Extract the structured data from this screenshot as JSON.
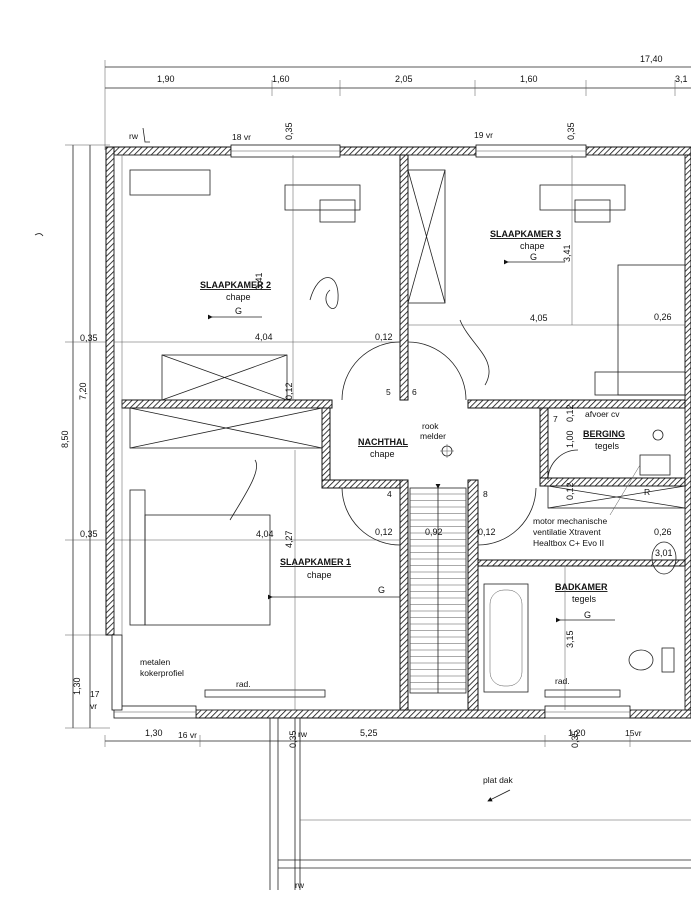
{
  "dimensions_top": {
    "overall": "17,40",
    "overall_cut": "3,1",
    "segments": [
      "1,90",
      "1,60",
      "2,05",
      "1,60"
    ]
  },
  "dimensions_left": {
    "total": "8,50",
    "inner": "7,20",
    "wall_a": "0,35",
    "wall_b": "0,35",
    "bottom": "1,30"
  },
  "dimensions_bottom": [
    "1,30",
    "5,25",
    "1,20"
  ],
  "dimensions_inner": {
    "sk2_width": "4,04",
    "sk2_height": "3,41",
    "sk3_width": "4,05",
    "sk3_height": "3,41",
    "sk1_width": "4,04",
    "sk1_height": "4,27",
    "hall_wall_1": "0,12",
    "hall_wall_2": "0,12",
    "hall_wall_3": "0,12",
    "hall_wall_4": "0,12",
    "stair_width": "0,92",
    "right_wall_1": "0,26",
    "right_wall_2": "0,26",
    "berging_dim": "1,00",
    "berging_wall": "0,12",
    "bad_width": "3,01",
    "bad_height": "3,15",
    "top_wall_left": "0,35",
    "top_wall_right": "0,35",
    "bottom_wall_left": "0,35",
    "bottom_wall_right": "0,35",
    "stair_wall": "0,12"
  },
  "windows": {
    "w18": "18 vr",
    "w19": "19 vr",
    "w16": "16 vr",
    "w15": "15vr",
    "w17_num": "17",
    "w17_vr": "vr"
  },
  "rw_labels": [
    "rw",
    "rw",
    "rw"
  ],
  "rooms": {
    "sk2": {
      "name": "SLAAPKAMER 2",
      "finish": "chape",
      "g": "G"
    },
    "sk3": {
      "name": "SLAAPKAMER 3",
      "finish": "chape",
      "g": "G"
    },
    "sk1": {
      "name": "SLAAPKAMER 1",
      "finish": "chape",
      "g": "G"
    },
    "hall": {
      "name": "NACHTHAL",
      "finish": "chape"
    },
    "berging": {
      "name": "BERGING",
      "finish": "tegels"
    },
    "bad": {
      "name": "BADKAMER",
      "finish": "tegels",
      "g": "G"
    }
  },
  "door_numbers": [
    "5",
    "6",
    "4",
    "8",
    "7"
  ],
  "annotations": {
    "rook1": "rook",
    "rook2": "melder",
    "afvoer": "afvoer cv",
    "vent1": "motor mechanische",
    "vent2": "ventilatie Xtravent",
    "vent3": "Healtbox C+ Evo II",
    "metal1": "metalen",
    "metal2": "kokerprofiel",
    "rad_left": "rad.",
    "rad_right": "rad.",
    "plat_dak": "plat dak",
    "r_mark": "R"
  }
}
